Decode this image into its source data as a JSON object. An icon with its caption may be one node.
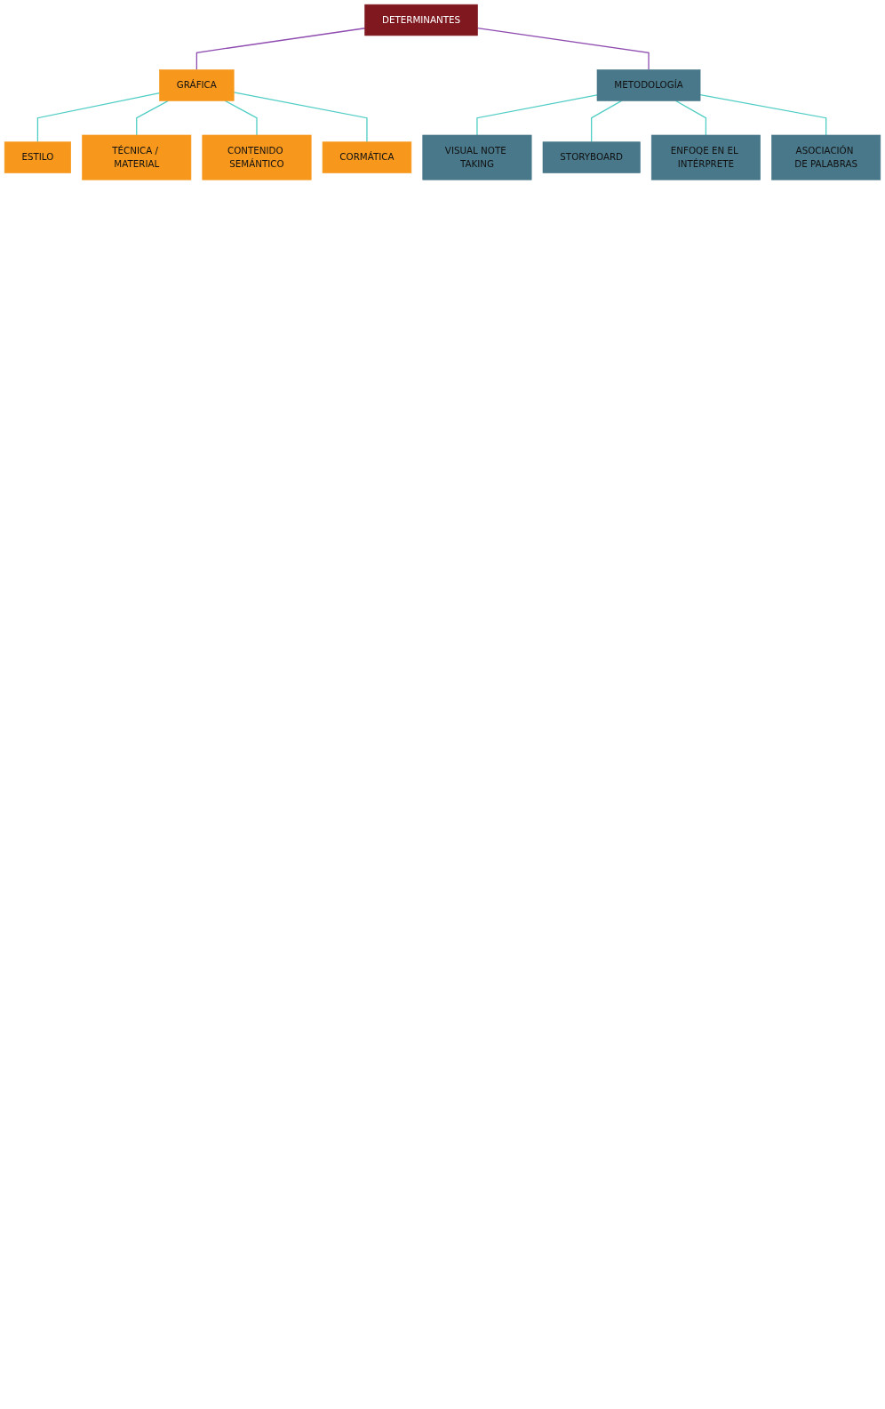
{
  "diagram": {
    "nodes": [
      {
        "text": [
          "DETERMINANTES"
        ]
      },
      {
        "text": [
          "GRÁFICA"
        ]
      },
      {
        "text": [
          "METODOLOGÍA"
        ]
      },
      {
        "text": [
          "ESTILO"
        ]
      },
      {
        "text": [
          "TÉCNICA / MATERIAL"
        ]
      },
      {
        "text": [
          "CONTENIDO SEMÁNTICO"
        ]
      },
      {
        "text": [
          "CORMÁTICA"
        ]
      },
      {
        "text": [
          "VISUAL NOTE TAKING"
        ]
      },
      {
        "text": [
          "STORYBOARD"
        ]
      },
      {
        "text": [
          "ENFOQE EN EL INTÉRPRETE"
        ]
      },
      {
        "text": [
          "ASOCIACIÓN DE PALABRAS"
        ]
      }
    ],
    "edges": [
      {
        "from": 0,
        "to": 1,
        "arrow": "none",
        "color": "#8e4bb0"
      },
      {
        "from": 0,
        "to": 2,
        "arrow": "none",
        "color": "#8e4bb0"
      },
      {
        "from": 1,
        "to": 3,
        "arrow": "none"
      },
      {
        "from": 1,
        "to": 4,
        "arrow": "none"
      },
      {
        "from": 1,
        "to": 5,
        "arrow": "none"
      },
      {
        "from": 1,
        "to": 6,
        "arrow": "none"
      },
      {
        "from": 2,
        "to": 7,
        "arrow": "none"
      },
      {
        "from": 2,
        "to": 8,
        "arrow": "none"
      },
      {
        "from": 2,
        "to": 9,
        "arrow": "none"
      },
      {
        "from": 2,
        "to": 10,
        "arrow": "none"
      }
    ]
  }
}
